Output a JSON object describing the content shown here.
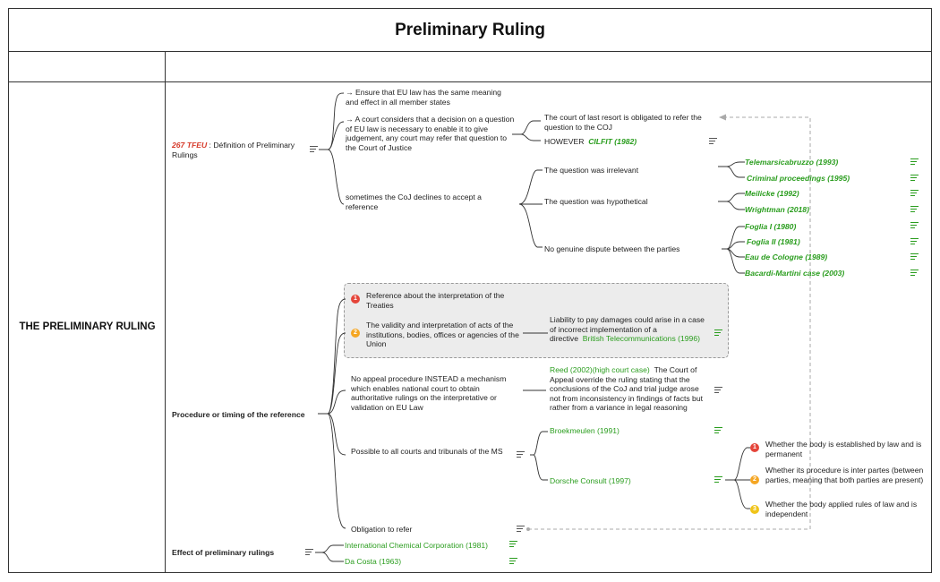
{
  "title": "Preliminary Ruling",
  "row_label": "THE PRELIMINARY RULING",
  "colors": {
    "case_green": "#2a9d1e",
    "article_red": "#d63a2a",
    "badge_1": "#e5453a",
    "badge_2": "#f5a623",
    "badge_3": "#f0c419",
    "link_dashed": "#aaaaaa"
  },
  "branch1": {
    "article": "267 TFEU",
    "label_rest": " : Définition of Preliminary Rulings",
    "ensure": "→ Ensure that EU law has the same meaning and effect in all member states",
    "court": "→ A court considers that a decision on a question of EU law is necessary to enable it to give judgement, any court may refer that question to the Court of Justice",
    "last_resort": "The court of last resort is obligated to refer the question to the COJ",
    "however": "HOWEVER",
    "cilfit": "CILFIT (1982)",
    "declines": "sometimes the CoJ declines to accept a reference",
    "q_irrelevant": "The question was irrelevant",
    "q_hypothetical": "The question was hypothetical",
    "q_nodispute": "No genuine dispute between the parties",
    "cases": [
      "Telemarsicabruzzo (1993)",
      "Criminal proceedings (1995)",
      "Meilicke (1992)",
      "Wrightman (2018)",
      "Foglia I (1980)",
      "Foglia II (1981)",
      "Eau de Cologne (1989)",
      "Bacardi-Martini case (2003)"
    ]
  },
  "branch2": {
    "label": "Procedure or timing of the reference",
    "ref_treaties": "Reference about the interpretation of the Treaties",
    "validity": "The validity and interpretation of acts of the institutions, bodies, offices or agencies of the Union",
    "liability": "Liability to pay damages could arise in a case of incorrect implementation of a directive",
    "british_telecom": "British Telecommunications (1996)",
    "no_appeal": "No appeal procedure INSTEAD a mechanism which enables national court to obtain authoritative rulings on the interpretative or validation on EU Law",
    "reed": "Reed (2002)(high court case)",
    "reed_text": "The Court of Appeal override the ruling stating that the conclusions of the CoJ and trial judge arose not from inconsistency in findings of facts but rather from a variance in legal reasoning",
    "possible": "Possible to all courts and tribunals of the MS",
    "broekmeulen": "Broekmeulen (1991)",
    "dorsche": "Dorsche Consult (1997)",
    "criterion_1": "Whether the body is established by law and is permanent",
    "criterion_2": "Whether its procedure is inter partes (between parties, meaning that both parties are present)",
    "criterion_3": "Whether the body applied rules of law and is independent",
    "obligation": "Obligation to refer"
  },
  "branch3": {
    "label": "Effect of preliminary rulings",
    "cases": [
      "International Chemical Corporation (1981)",
      "Da Costa (1963)"
    ]
  }
}
